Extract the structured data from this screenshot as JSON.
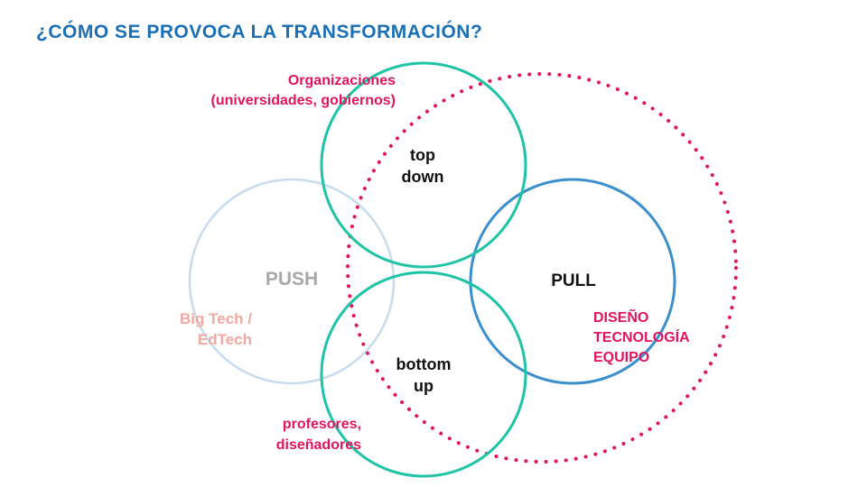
{
  "title": "¿CÓMO SE PROVOCA LA TRANSFORMACIÓN?",
  "colors": {
    "title": "#1a6fb5",
    "teal": "#1fc4a6",
    "blue": "#3a8fcf",
    "light_blue": "#c7dcee",
    "magenta": "#e0155e",
    "pink": "#f0a8a0",
    "gray": "#a8a8a8",
    "black": "#111111"
  },
  "circles": {
    "top": {
      "line1": "top",
      "line2": "down"
    },
    "bottom": {
      "line1": "bottom",
      "line2": "up"
    },
    "left": {
      "label": "PUSH"
    },
    "right": {
      "label": "PULL"
    }
  },
  "annotations": {
    "organizations": {
      "line1": "Organizaciones",
      "line2": "(universidades, gobiernos)"
    },
    "big_tech": {
      "line1": "Big Tech /",
      "line2": "EdTech"
    },
    "teachers": {
      "line1": "profesores,",
      "line2": "diseñadores"
    },
    "design": {
      "line1": "DISEÑO",
      "line2": "TECNOLOGÍA",
      "line3": "EQUIPO"
    }
  }
}
